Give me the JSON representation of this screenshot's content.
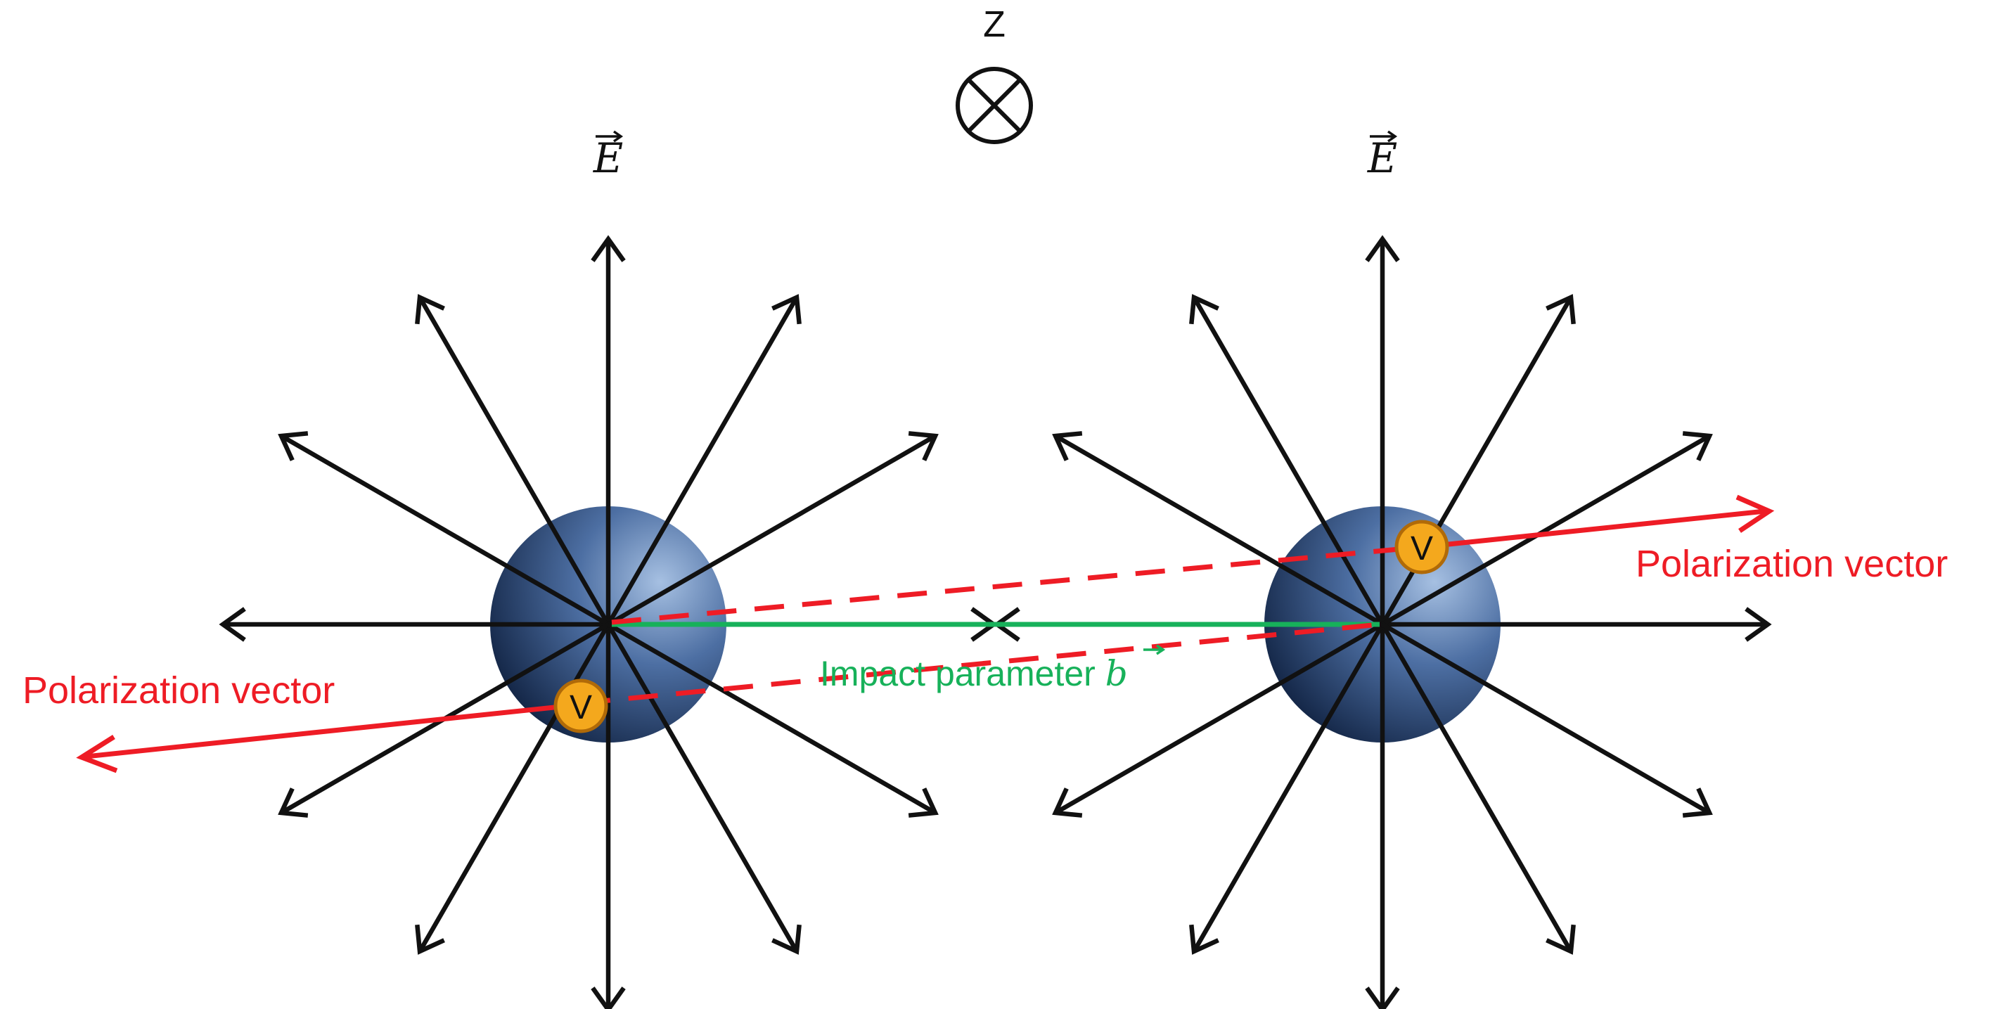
{
  "axis": {
    "label": "Z",
    "symbol": "⊗"
  },
  "field": {
    "left_label": "E",
    "right_label": "E"
  },
  "particle": {
    "label": "V"
  },
  "polarization": {
    "left_label": "Polarization vector",
    "right_label": "Polarization vector"
  },
  "impact": {
    "label": "Impact parameter ",
    "symbol": "b"
  },
  "colors": {
    "ink": "#111111",
    "polarization": "#ee1c25",
    "impact": "#17b15a",
    "particle_fill": "#f4a81d",
    "particle_stroke": "#b06a08",
    "nucleus_light": "#9fb9dd",
    "nucleus_dark": "#16294b"
  },
  "icons": {
    "axis": "circled-times-icon",
    "field_vector": "vector-arrow-icon"
  }
}
